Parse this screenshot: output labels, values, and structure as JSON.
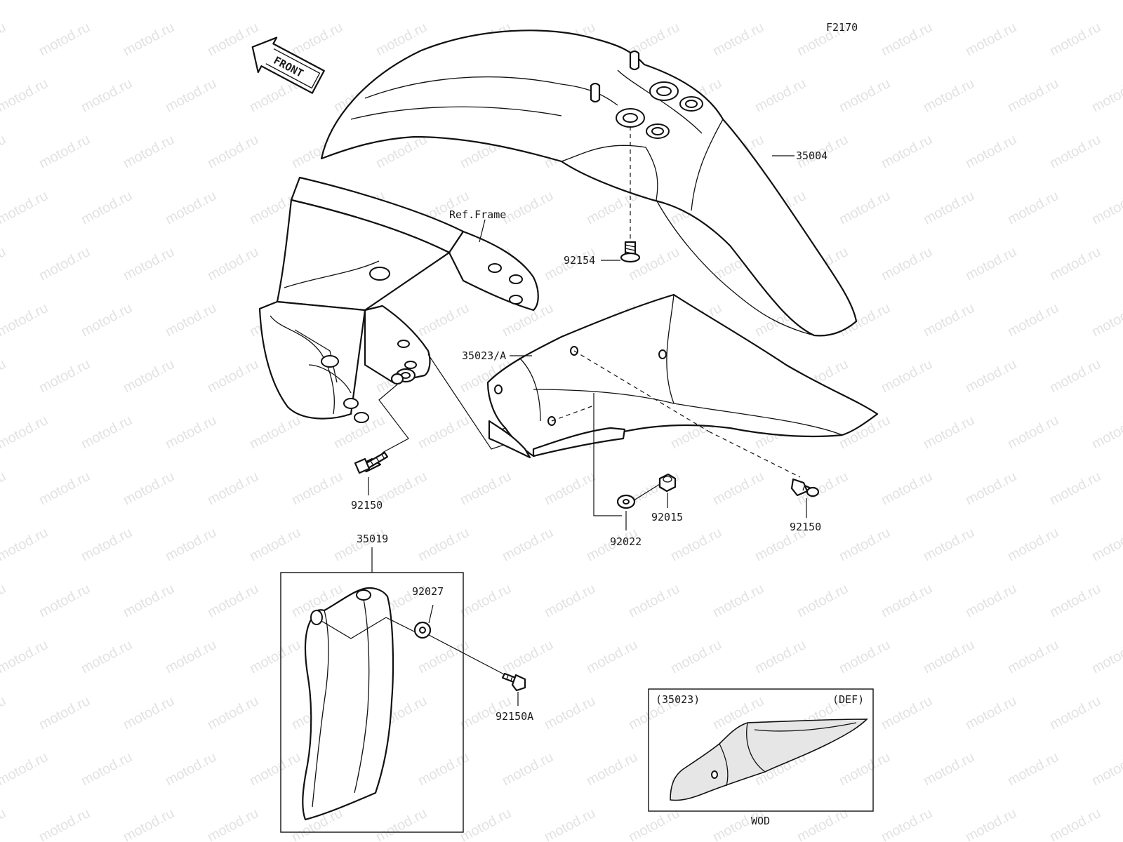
{
  "figure_code": "F2170",
  "front_arrow_label": "FRONT",
  "ref_frame_label": "Ref.Frame",
  "watermark_text": "motod.ru",
  "parts": {
    "fender_front": "35004",
    "fender_lower": "35023/A",
    "bolt_top": "92154",
    "bolt_left": "92150",
    "bolt_right": "92150",
    "nut": "92015",
    "washer": "92022",
    "guard": "35019",
    "guard_washer": "92027",
    "guard_bolt": "92150A"
  },
  "inset": {
    "part_ref": "(35023)",
    "variant": "(DEF)",
    "caption": "WOD"
  },
  "colors": {
    "line": "#111111",
    "watermark": "#9a9a9a",
    "background": "#ffffff"
  }
}
